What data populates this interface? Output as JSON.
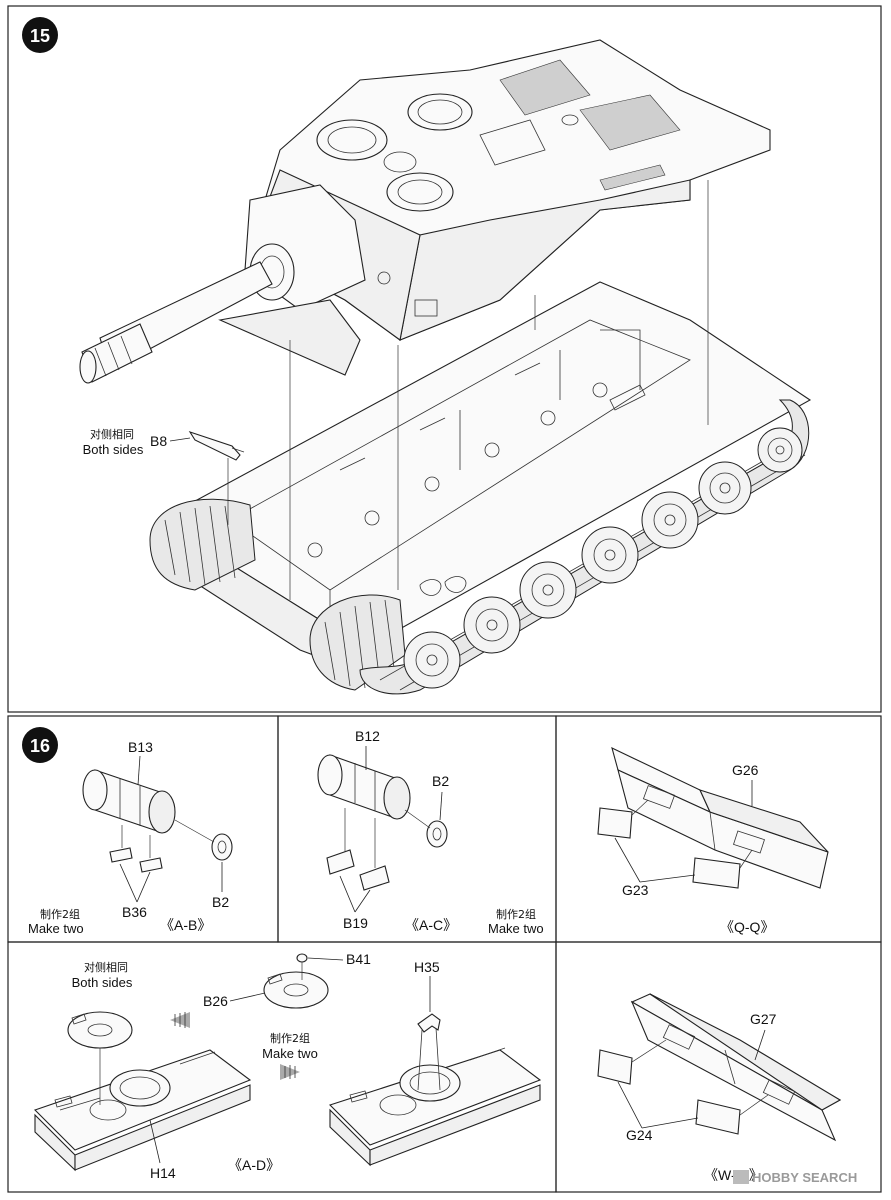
{
  "step15": {
    "number": "15",
    "note_cn": "对侧相同",
    "note_en": "Both sides",
    "part_b8": "B8"
  },
  "step16": {
    "number": "16",
    "ab": {
      "part_b13": "B13",
      "part_b36": "B36",
      "part_b2": "B2",
      "note_cn": "制作2组",
      "note_en": "Make two",
      "view_label": "《A-B》"
    },
    "ac": {
      "part_b12": "B12",
      "part_b2": "B2",
      "part_b19": "B19",
      "view_label": "《A-C》",
      "note_cn": "制作2组",
      "note_en": "Make two"
    },
    "qq": {
      "part_g26": "G26",
      "part_g23": "G23",
      "view_label": "《Q-Q》"
    },
    "ad": {
      "note_cn": "对侧相同",
      "note_en": "Both sides",
      "part_b41": "B41",
      "part_b26": "B26",
      "part_h35": "H35",
      "note2_cn": "制作2组",
      "note2_en": "Make two",
      "part_h14": "H14",
      "view_label": "《A-D》"
    },
    "ww": {
      "part_g27": "G27",
      "part_g24": "G24",
      "view_label": "《W-W》"
    }
  },
  "watermark": "HOBBY SEARCH"
}
